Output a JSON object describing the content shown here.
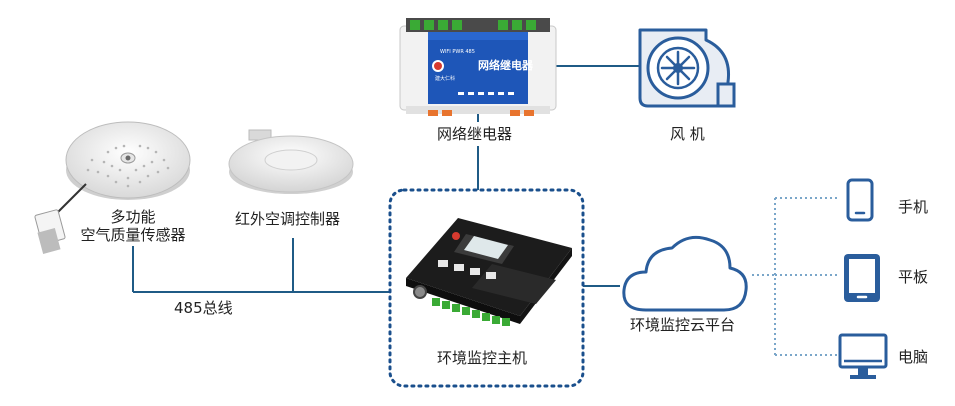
{
  "labels": {
    "relay": "网络继电器",
    "fan": "风 机",
    "sensor_line1": "多功能",
    "sensor_line2": "空气质量传感器",
    "ac_controller": "红外空调控制器",
    "bus": "485总线",
    "host": "环境监控主机",
    "cloud": "环境监控云平台",
    "phone": "手机",
    "tablet": "平板",
    "pc": "电脑"
  },
  "relay_device": {
    "brand": "建大仁科",
    "name": "网络继电器"
  },
  "colors": {
    "line": "#1f5b86",
    "dotted_border": "#1a4f8c",
    "dotted_line": "#7aa6c9",
    "icon_blue": "#2a5d9c",
    "fan_bg": "#e8edf4"
  },
  "icons": [
    "fan-icon",
    "cloud-icon",
    "phone-icon",
    "tablet-icon",
    "monitor-icon"
  ]
}
